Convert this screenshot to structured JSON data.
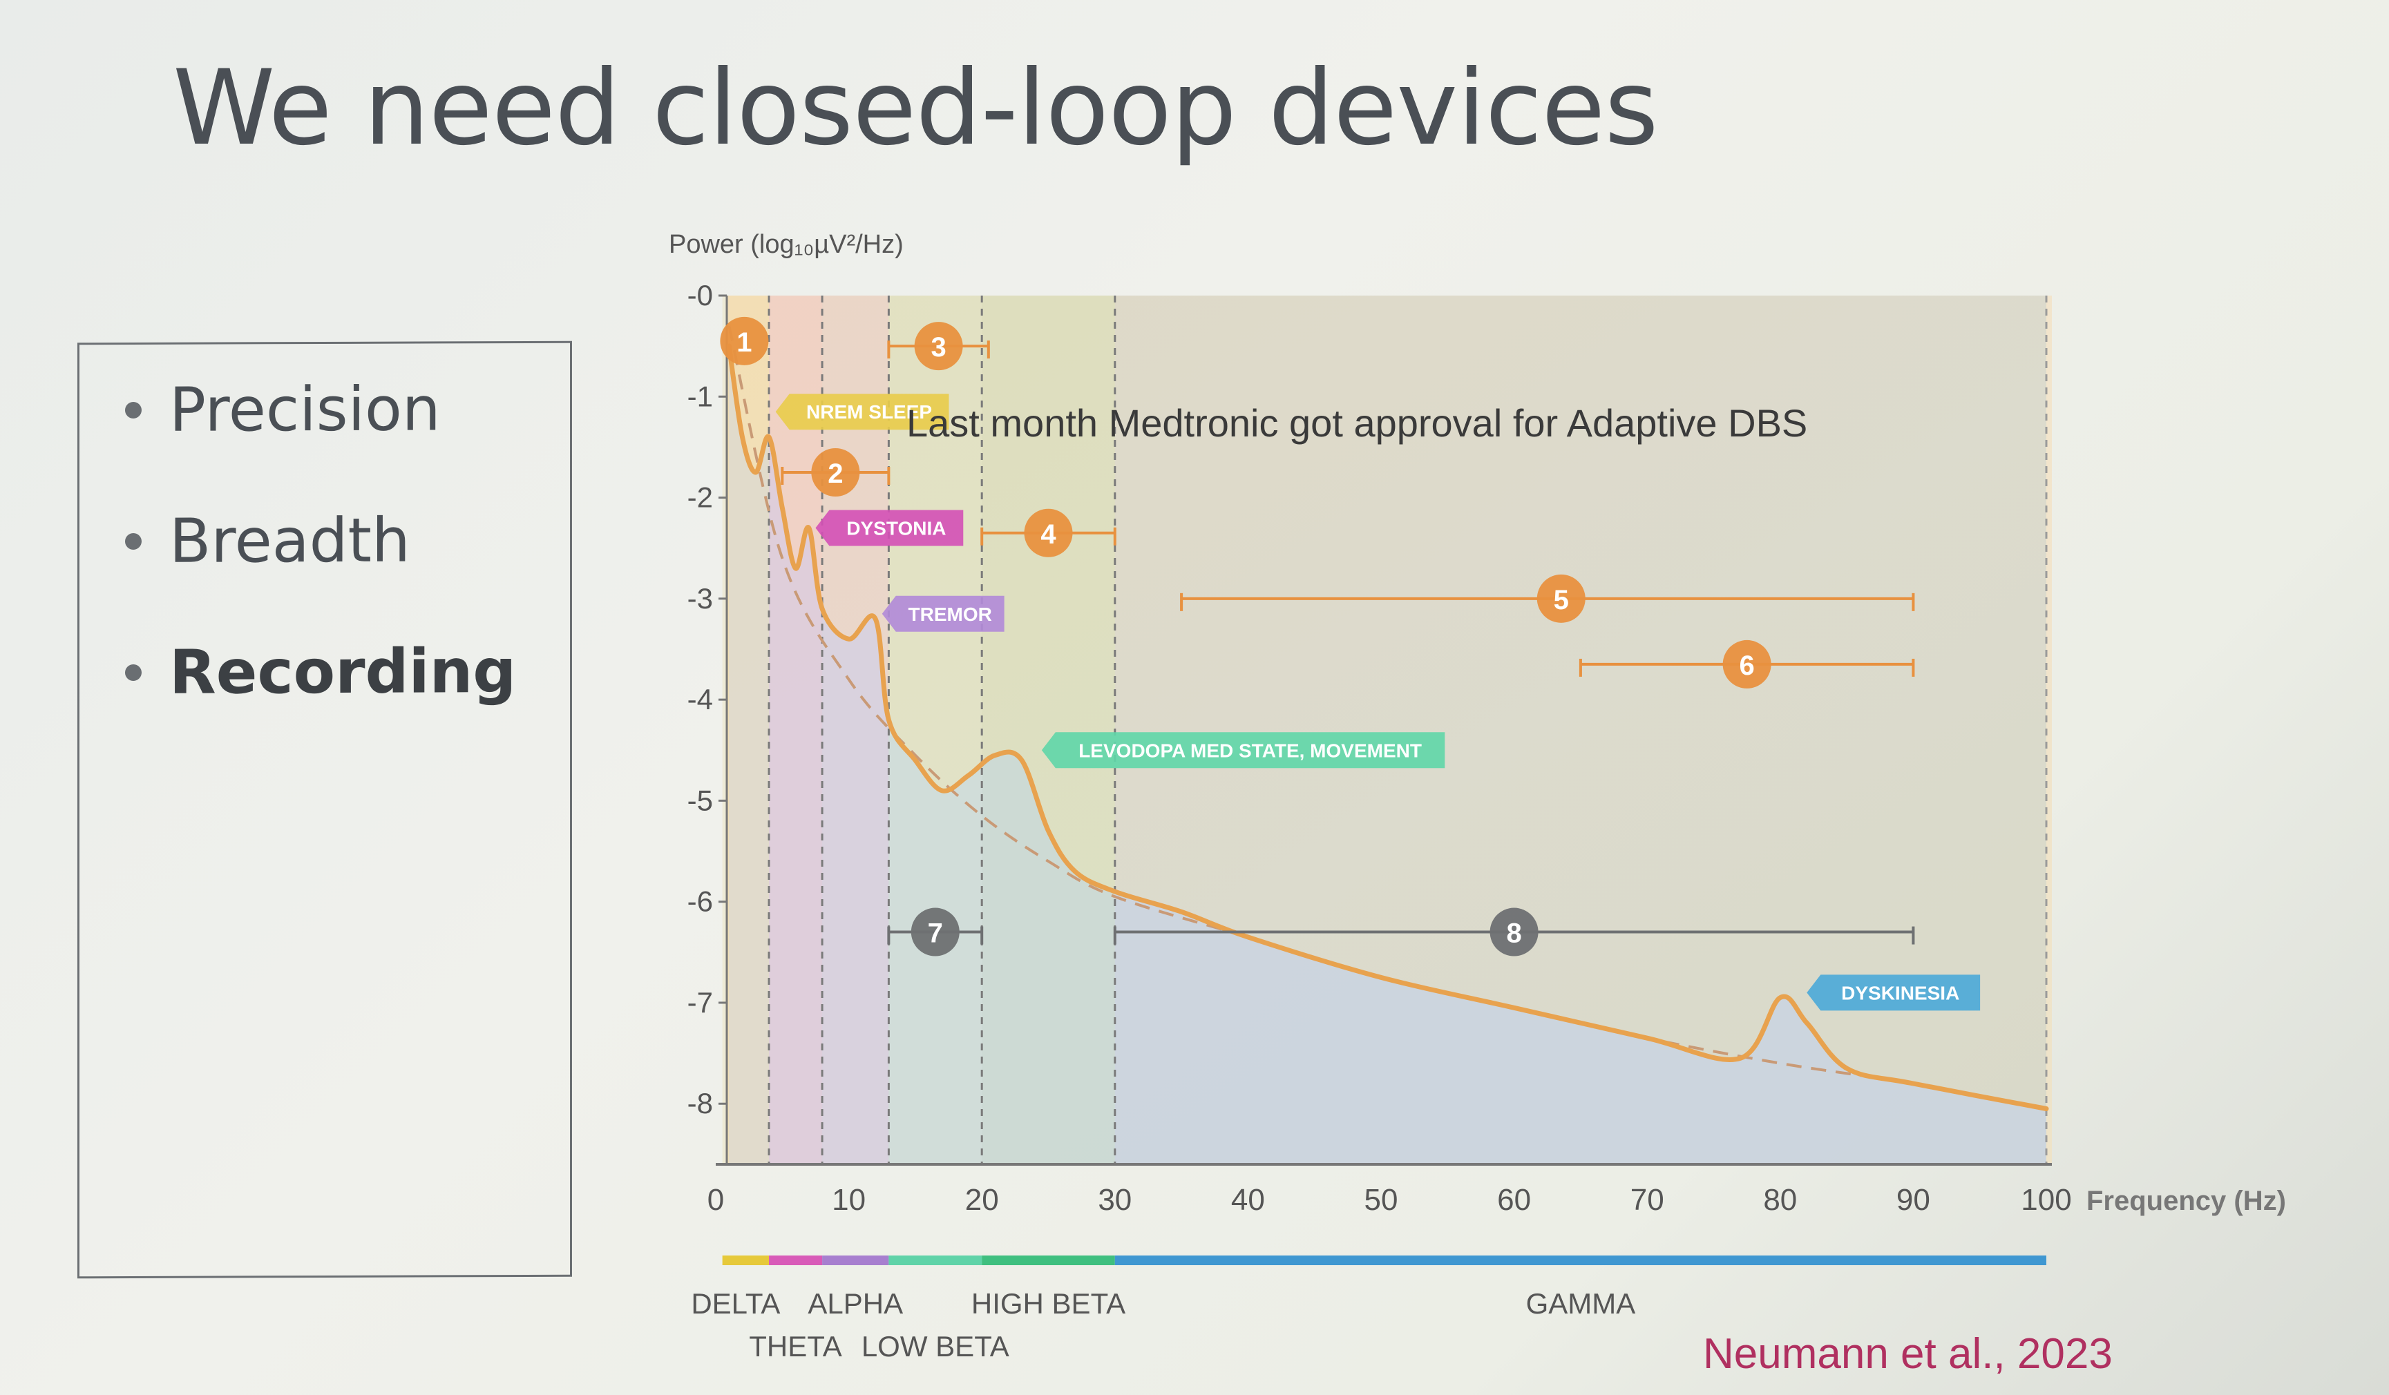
{
  "slide": {
    "title": "We need closed-loop devices",
    "bullets": [
      "Precision",
      "Breadth",
      "Recording"
    ],
    "citation": "Neumann et al., 2023"
  },
  "colors": {
    "curve": "#e8a24e",
    "annotation": "#e8913f",
    "gray_annotation": "#6e7072",
    "citation": "#b03060",
    "delta": "#e6c93a",
    "theta": "#d85bb8",
    "alpha": "#a77fcf",
    "low_beta": "#5fd3a8",
    "high_beta": "#3fbf7f",
    "gamma": "#3f97d1"
  },
  "chart_data": {
    "type": "line",
    "ylabel": "Power (log₁₀µV²/Hz)",
    "xlabel": "Frequency (Hz)",
    "xlim": [
      0,
      100
    ],
    "ylim": [
      -8.6,
      0
    ],
    "x_ticks": [
      "0",
      "10",
      "20",
      "30",
      "40",
      "50",
      "60",
      "70",
      "80",
      "90",
      "100"
    ],
    "y_ticks": [
      "-0",
      "-1",
      "-2",
      "-3",
      "-4",
      "-5",
      "-6",
      "-7",
      "-8"
    ],
    "band_boundaries_hz": [
      4,
      8,
      13,
      20,
      30
    ],
    "overlay_text": "Last month Medtronic got approval for Adaptive DBS",
    "series": [
      {
        "x": [
          1,
          2,
          3,
          4,
          5,
          6,
          7,
          8,
          10,
          12,
          13,
          15,
          17,
          19,
          21,
          23,
          25,
          27,
          30,
          35,
          40,
          50,
          60,
          70,
          77,
          80,
          82,
          85,
          90,
          100
        ],
        "y": [
          -0.5,
          -1.4,
          -1.75,
          -1.4,
          -2.1,
          -2.7,
          -2.3,
          -3.1,
          -3.4,
          -3.2,
          -4.2,
          -4.6,
          -4.9,
          -4.75,
          -4.55,
          -4.6,
          -5.3,
          -5.7,
          -5.9,
          -6.1,
          -6.35,
          -6.75,
          -7.05,
          -7.35,
          -7.55,
          -6.95,
          -7.2,
          -7.65,
          -7.8,
          -8.05
        ]
      }
    ],
    "aperiodic_component": {
      "x": [
        1,
        5,
        10,
        15,
        20,
        25,
        30,
        40,
        50,
        60,
        70,
        80,
        90,
        100
      ],
      "y": [
        -0.3,
        -2.6,
        -3.8,
        -4.55,
        -5.15,
        -5.6,
        -5.95,
        -6.35,
        -6.75,
        -7.05,
        -7.35,
        -7.6,
        -7.8,
        -8.05
      ]
    },
    "peak_labels": [
      {
        "text": "NREM SLEEP",
        "hz": 4.5,
        "power": -1.15
      },
      {
        "text": "DYSTONIA",
        "hz": 7.5,
        "power": -2.3
      },
      {
        "text": "TREMOR",
        "hz": 12.5,
        "power": -3.15
      },
      {
        "text": "LEVODOPA MED STATE, MOVEMENT",
        "hz": 24.5,
        "power": -4.5
      },
      {
        "text": "DYSKINESIA",
        "hz": 82,
        "power": -6.9
      }
    ],
    "ranges": [
      {
        "label": "1",
        "from_hz": 0.3,
        "to_hz": 4,
        "power": -0.45,
        "style": "circle"
      },
      {
        "label": "2",
        "from_hz": 5,
        "to_hz": 13,
        "power": -1.75
      },
      {
        "label": "3",
        "from_hz": 13,
        "to_hz": 20.5,
        "power": -0.5
      },
      {
        "label": "4",
        "from_hz": 20,
        "to_hz": 30,
        "power": -2.35
      },
      {
        "label": "5",
        "from_hz": 35,
        "to_hz": 90,
        "power": -3.0
      },
      {
        "label": "6",
        "from_hz": 65,
        "to_hz": 90,
        "power": -3.65
      },
      {
        "label": "7",
        "from_hz": 13,
        "to_hz": 20,
        "power": -6.3,
        "gray": true
      },
      {
        "label": "8",
        "from_hz": 30,
        "to_hz": 90,
        "power": -6.3,
        "gray": true
      }
    ],
    "bands": [
      {
        "name": "DELTA",
        "from_hz": 0.5,
        "to_hz": 4,
        "row": 1
      },
      {
        "name": "THETA",
        "from_hz": 4,
        "to_hz": 8,
        "row": 2
      },
      {
        "name": "ALPHA",
        "from_hz": 8,
        "to_hz": 13,
        "row": 1
      },
      {
        "name": "LOW BETA",
        "from_hz": 13,
        "to_hz": 20,
        "row": 2
      },
      {
        "name": "HIGH BETA",
        "from_hz": 20,
        "to_hz": 30,
        "row": 1
      },
      {
        "name": "GAMMA",
        "from_hz": 30,
        "to_hz": 100,
        "row": 1
      }
    ]
  }
}
